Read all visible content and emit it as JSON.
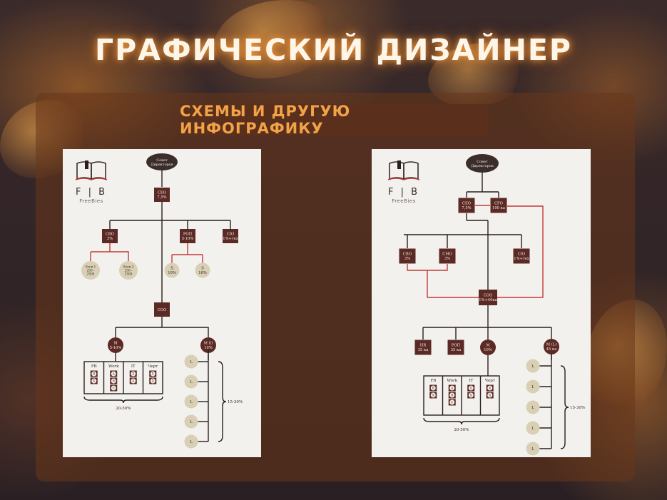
{
  "header": {
    "title": "ГРАФИЧЕСКИЙ ДИЗАЙНЕР",
    "subtitle": "СХЕМЫ И ДРУГУЮ ИНФОГРАФИКУ"
  },
  "logo": {
    "letters": "F|B",
    "name": "FreeBies"
  },
  "colors": {
    "box": "#5b2a24",
    "circle": "#d8cfb4",
    "line_dark": "#2a1f1c",
    "line_red": "#c23a35",
    "accent": "#f2a348"
  },
  "chart_left": {
    "board": [
      "Совет",
      "Директоров"
    ],
    "ceo": [
      "CEO",
      "7,5%"
    ],
    "level2": [
      {
        "label": "CBO",
        "value": "3%"
      },
      {
        "label": "РОП",
        "value": "5-10%"
      },
      {
        "label": "CIO",
        "value": "1%+тех"
      }
    ],
    "cbo_children": [
      {
        "lines": [
          "Soon 1",
          "250 -",
          "2500"
        ]
      },
      {
        "lines": [
          "Soon 2",
          "250 -",
          "2500"
        ]
      }
    ],
    "rop_children": [
      {
        "label": "S",
        "value": "10%"
      },
      {
        "label": "S",
        "value": "10%"
      }
    ],
    "coo": "COO",
    "managers": [
      {
        "label": "M",
        "value": "5-10%"
      },
      {
        "label": "M (l)",
        "value": "10%"
      }
    ],
    "teams": [
      {
        "label": "FB",
        "members": [
          "B",
          "X"
        ]
      },
      {
        "label": "Work",
        "members": [
          "A",
          "B",
          "C"
        ]
      },
      {
        "label": "IT",
        "members": [
          "X",
          "X"
        ]
      },
      {
        "label": "Черт",
        "members": [
          "X",
          "X"
        ]
      }
    ],
    "teams_share": "20-50%",
    "l_members": [
      "L",
      "L",
      "L",
      "L",
      "L"
    ],
    "l_share": "15-30%"
  },
  "chart_right": {
    "board": [
      "Совет",
      "Директоров"
    ],
    "ceo": [
      "CEO",
      "7,5%"
    ],
    "cfo": [
      "CFO",
      "100 ка"
    ],
    "level2": [
      {
        "label": "CBO",
        "value": "3%"
      },
      {
        "label": "CMO",
        "value": "3%"
      },
      {
        "label": "CIO",
        "value": "1%+тех"
      }
    ],
    "coo": [
      "COO",
      "1%+40ка"
    ],
    "level4": [
      {
        "label": "HR",
        "value": "35 ка"
      },
      {
        "label": "РОП",
        "value": "35 ка"
      }
    ],
    "managers": [
      {
        "label": "M",
        "value": "10%"
      },
      {
        "label": "M (L)",
        "value": "45 ка"
      }
    ],
    "teams": [
      {
        "label": "FB",
        "members": [
          "B",
          "X"
        ]
      },
      {
        "label": "Work",
        "members": [
          "A",
          "B",
          "C"
        ]
      },
      {
        "label": "IT",
        "members": [
          "X",
          "X"
        ]
      },
      {
        "label": "Черт",
        "members": [
          "X",
          "X"
        ]
      }
    ],
    "teams_share": "20-50%",
    "l_members": [
      "L",
      "L",
      "L",
      "L",
      "L"
    ],
    "l_share": "15-30%"
  }
}
